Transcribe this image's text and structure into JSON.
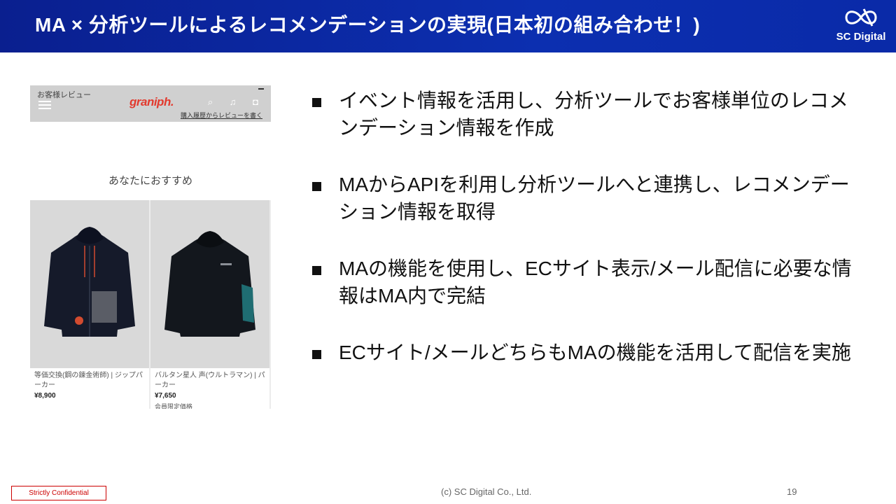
{
  "header": {
    "title": "MA × 分析ツールによるレコメンデーションの実現(日本初の組み合わせ！)",
    "logo_text": "SC Digital"
  },
  "phone": {
    "top_label": "お客様レビュー",
    "brand": "graniph",
    "brand_suffix": ".",
    "icons": "⌕ ♫ ◘",
    "link_text": "購入履歴からレビューを書く",
    "reco_title": "あなたにおすすめ",
    "products": [
      {
        "name": "等価交換(鋼の錬金術師) | ジップパーカー",
        "price": "¥8,900",
        "extra": ""
      },
      {
        "name": "バルタン星人 声(ウルトラマン) | パーカー",
        "price": "¥7,650",
        "extra": "会員限定価格"
      }
    ]
  },
  "bullets": [
    "イベント情報を活用し、分析ツールでお客様単位のレコメンデーション情報を作成",
    "MAからAPIを利用し分析ツールへと連携し、レコメンデーション情報を取得",
    "MAの機能を使用し、ECサイト表示/メール配信に必要な情報はMA内で完結",
    "ECサイト/メールどちらもMAの機能を活用して配信を実施"
  ],
  "footer": {
    "confidential": "Strictly Confidential",
    "copyright": "(c) SC Digital Co., Ltd.",
    "page_number": "19"
  },
  "colors": {
    "header_bg": "#0c2fb0",
    "brand_red": "#e23a2e",
    "confidential_red": "#cc0000"
  }
}
